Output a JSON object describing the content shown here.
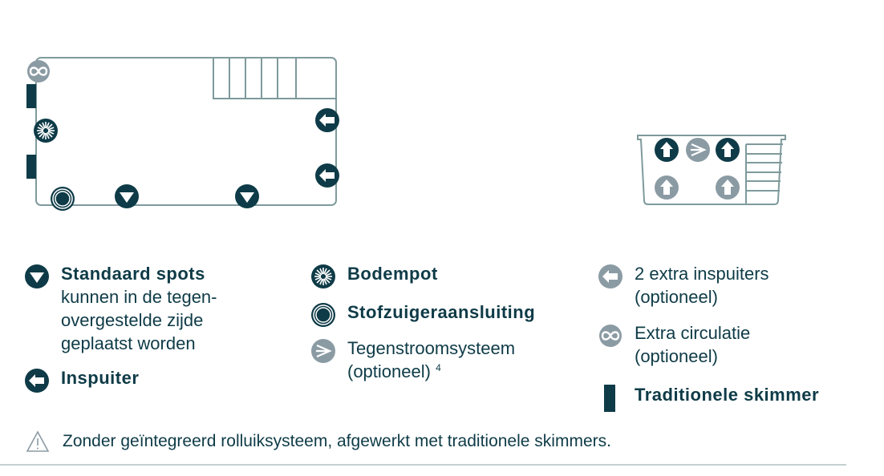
{
  "colors": {
    "dark": "#0e3b47",
    "grey": "#8b9ba4",
    "outline": "#7f9a9c"
  },
  "legend": {
    "standard_spots": {
      "icon": "triangle-down-icon",
      "title": "Standaard spots",
      "desc_lines": [
        "kunnen in de tegen-",
        "overgestelde zijde",
        "geplaatst worden"
      ]
    },
    "inspuiter": {
      "icon": "arrow-left-icon",
      "title": "Inspuiter"
    },
    "bodempot": {
      "icon": "bottom-drain-icon",
      "title": "Bodempot"
    },
    "stofzuiger": {
      "icon": "vacuum-connection-icon",
      "title": "Stofzuigeraansluiting"
    },
    "tegenstroom": {
      "icon": "counter-current-icon",
      "line1": "Tegenstroomsysteem",
      "line2": "(optioneel)",
      "sup": "4"
    },
    "extra_inspuiters": {
      "icon": "arrow-left-grey-icon",
      "line1": "2 extra inspuiters",
      "line2": "(optioneel)"
    },
    "extra_circulatie": {
      "icon": "infinity-icon",
      "line1": "Extra circulatie",
      "line2": "(optioneel)"
    },
    "skimmer": {
      "icon": "skimmer-icon",
      "title": "Traditionele skimmer"
    }
  },
  "note": {
    "icon": "warning-icon",
    "text": "Zonder geïntegreerd rolluiksysteem, afgewerkt met traditionele skimmers."
  }
}
